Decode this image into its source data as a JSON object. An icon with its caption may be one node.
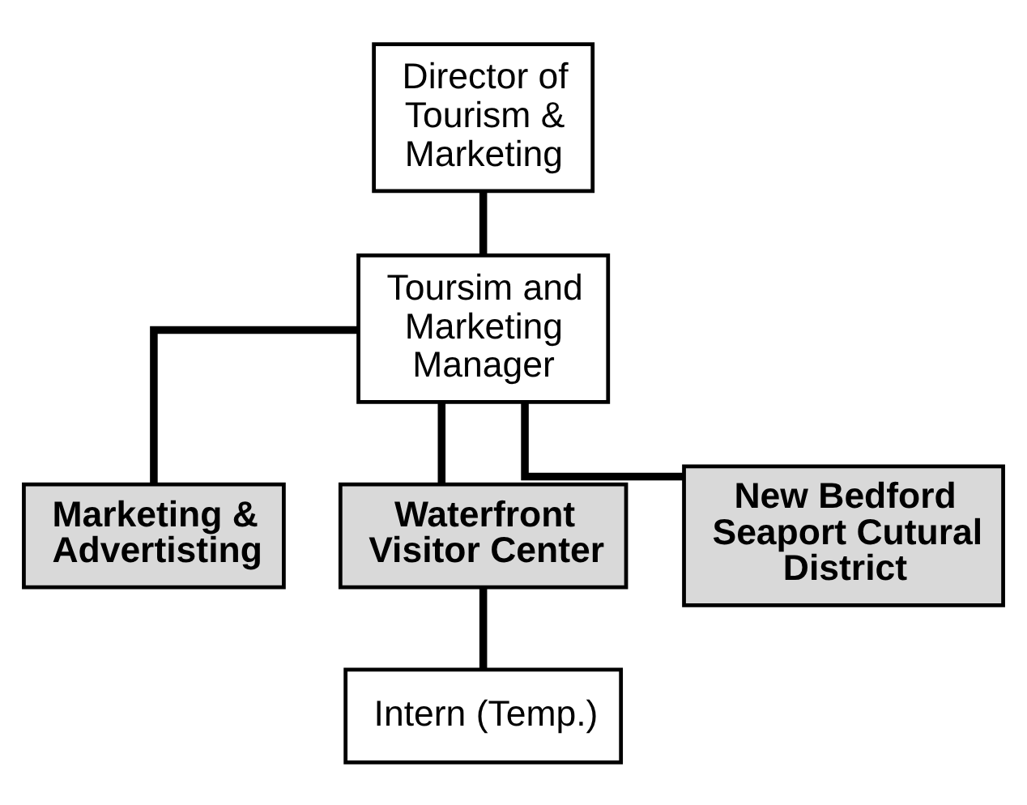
{
  "diagram": {
    "nodes": [
      {
        "text": [
          "Director of Tourism & Marketing"
        ]
      },
      {
        "text": [
          "Toursim and Marketing Manager"
        ]
      },
      {
        "text": [
          "Marketing & Advertisting"
        ]
      },
      {
        "text": [
          "Waterfront Visitor Center"
        ]
      },
      {
        "text": [
          "New Bedford Seaport Cutural District"
        ]
      },
      {
        "text": [
          "Intern (Temp.)"
        ]
      }
    ],
    "edges": [
      {
        "from": 0,
        "to": 1,
        "arrow": "none"
      },
      {
        "from": 1,
        "to": 2,
        "arrow": "none"
      },
      {
        "from": 1,
        "to": 3,
        "arrow": "none"
      },
      {
        "from": 1,
        "to": 4,
        "arrow": "none"
      },
      {
        "from": 3,
        "to": 5,
        "arrow": "none"
      }
    ]
  }
}
